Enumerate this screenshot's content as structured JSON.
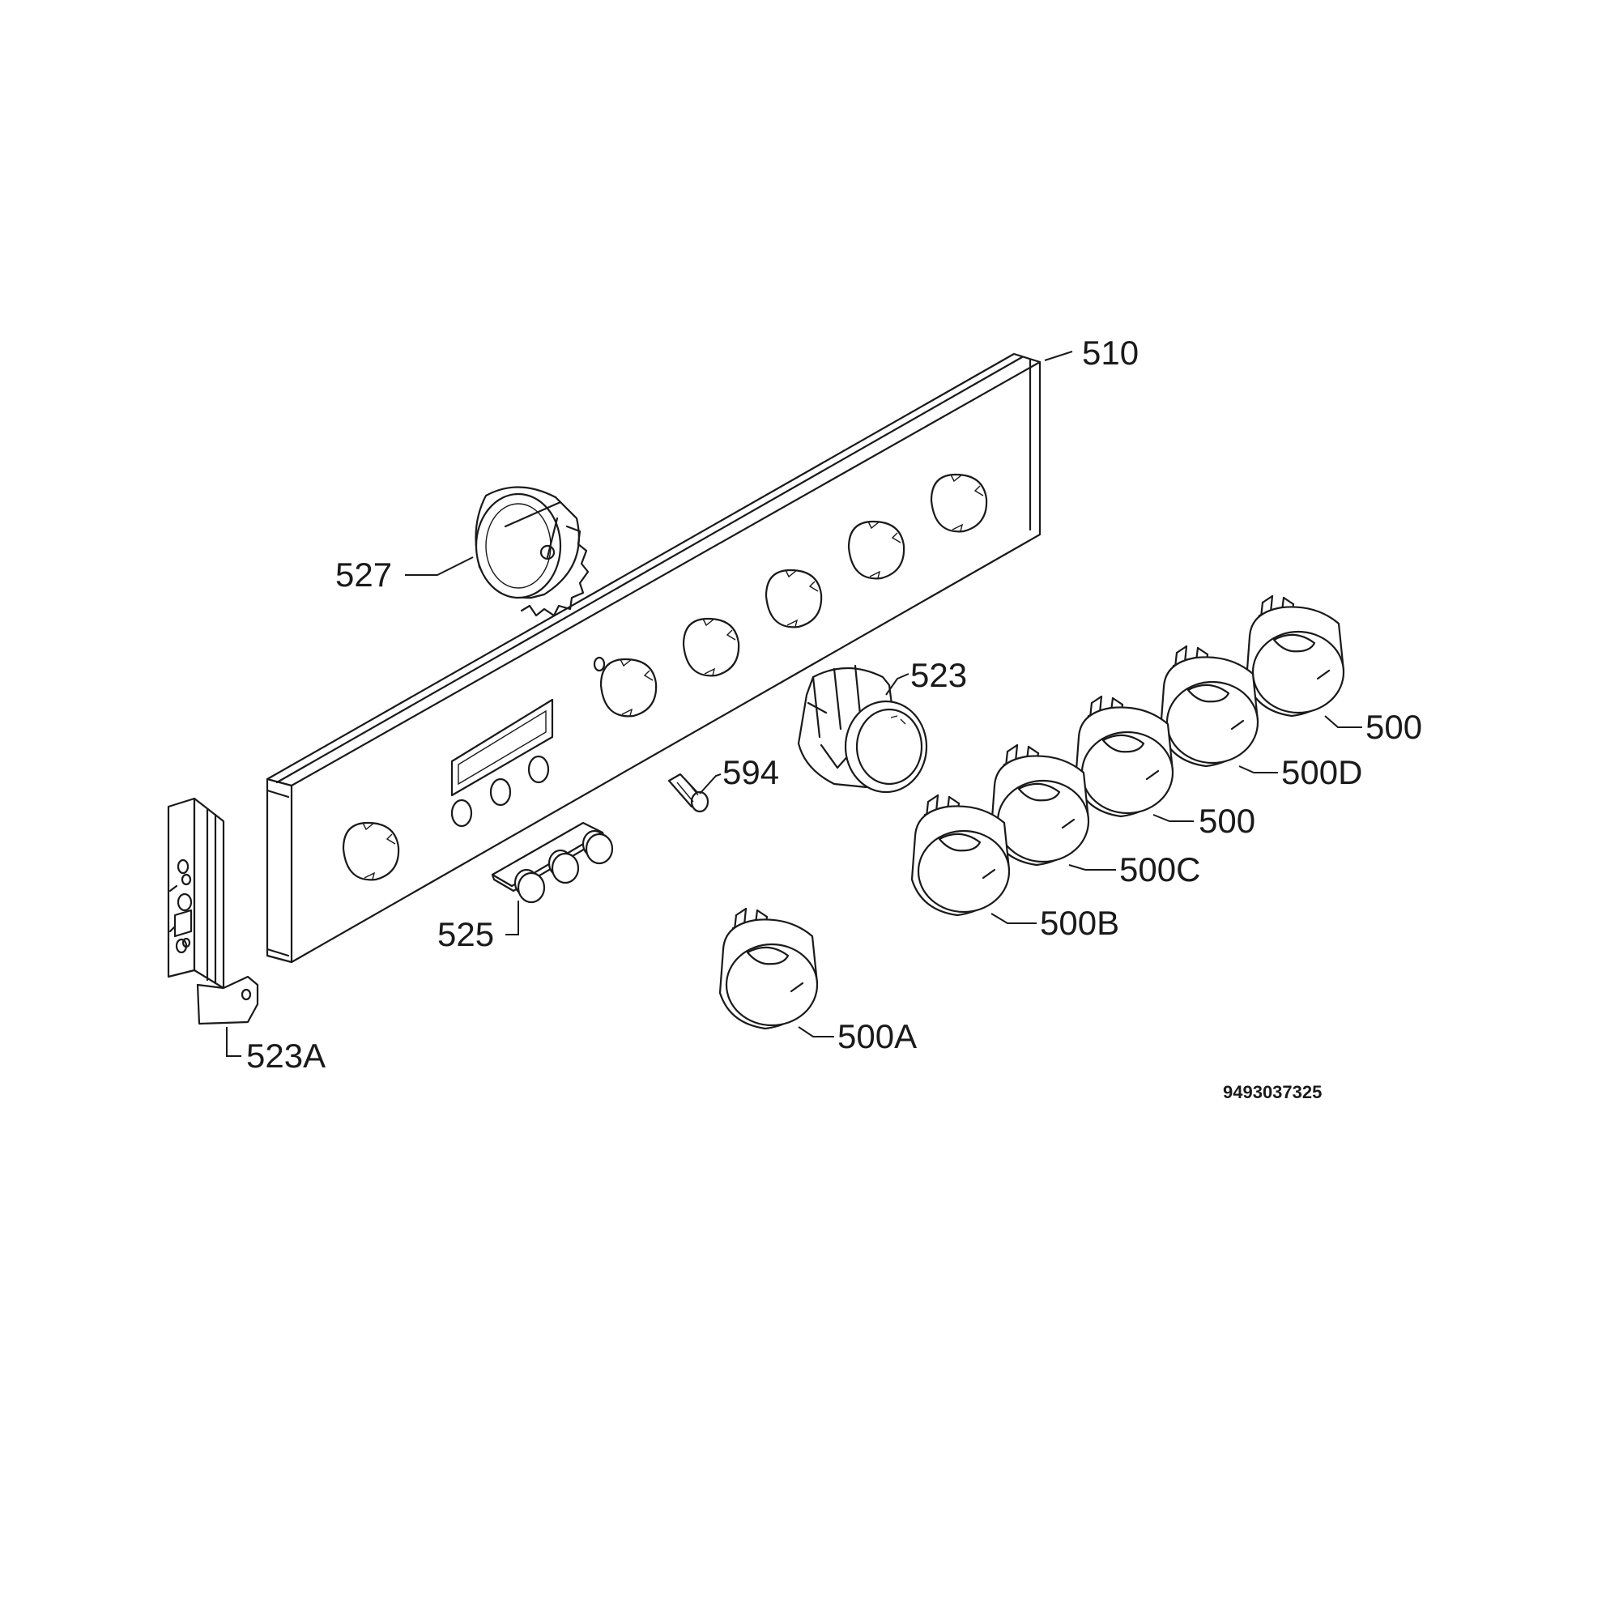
{
  "labels": {
    "p510": "510",
    "p527": "527",
    "p523": "523",
    "p594": "594",
    "p525": "525",
    "p523a": "523A",
    "p500_top": "500",
    "p500d": "500D",
    "p500_mid": "500",
    "p500c": "500C",
    "p500b": "500B",
    "p500a": "500A"
  },
  "diagram_code": "9493037325"
}
